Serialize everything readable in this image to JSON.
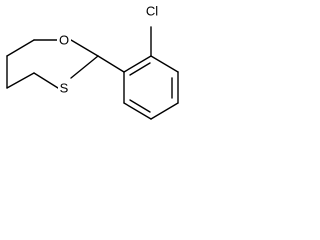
{
  "molecule": {
    "atoms": {
      "oxygen": "O",
      "sulfur": "S",
      "chlorine": "Cl"
    },
    "colors": {
      "bond": "#000000",
      "background": "#ffffff"
    }
  }
}
